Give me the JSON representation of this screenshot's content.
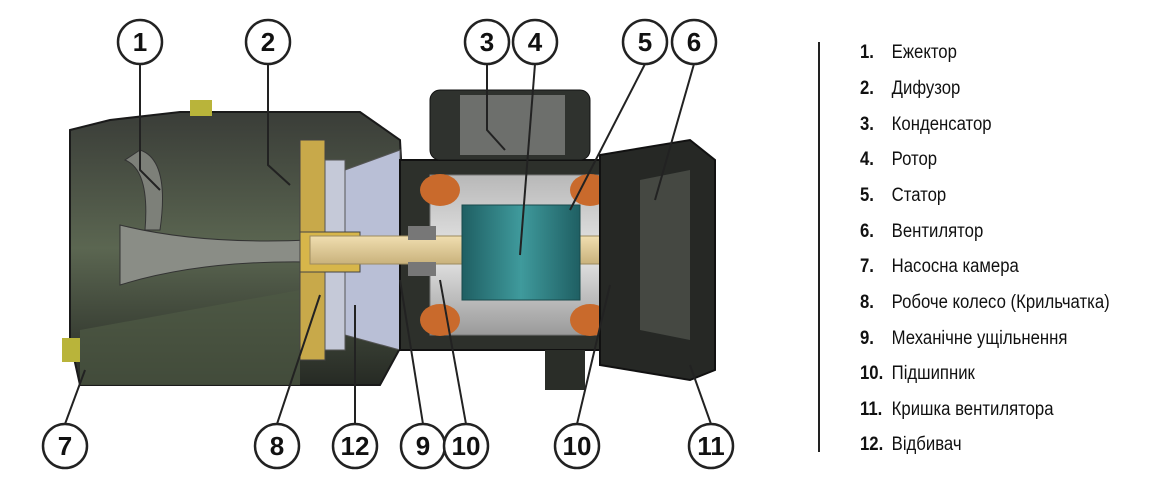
{
  "callouts": {
    "c1": "1",
    "c2": "2",
    "c3": "3",
    "c4": "4",
    "c5": "5",
    "c6": "6",
    "c7": "7",
    "c8": "8",
    "c12": "12",
    "c9": "9",
    "c10a": "10",
    "c10b": "10",
    "c11": "11"
  },
  "legend": [
    {
      "num": "1.",
      "label": "Ежектор"
    },
    {
      "num": "2.",
      "label": "Дифузор"
    },
    {
      "num": "3.",
      "label": "Конденсатор"
    },
    {
      "num": "4.",
      "label": "Ротор"
    },
    {
      "num": "5.",
      "label": "Статор"
    },
    {
      "num": "6.",
      "label": "Вентилятор"
    },
    {
      "num": "7.",
      "label": "Насосна камера"
    },
    {
      "num": "8.",
      "label": "Робоче колесо (Крильчатка)"
    },
    {
      "num": "9.",
      "label": "Механічне ущільнення"
    },
    {
      "num": "10.",
      "label": "Підшипник"
    },
    {
      "num": "11.",
      "label": "Кришка вентилятора"
    },
    {
      "num": "12.",
      "label": "Відбивач"
    }
  ]
}
